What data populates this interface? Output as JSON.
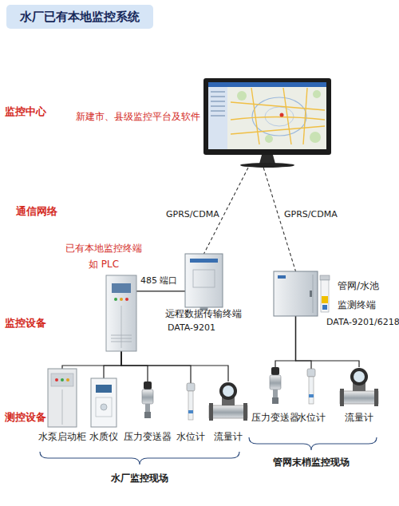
{
  "diagram": {
    "title": "水厂已有本地监控系统",
    "nodes": [
      {
        "text": [
          "新建市、县级监控平台及软件"
        ]
      },
      {
        "text": [
          "已有本地监控终端 如 PLC"
        ]
      },
      {
        "text": [
          "远程数据传输终端",
          "DATA-9201"
        ]
      },
      {
        "text": [
          "管网/水池 监测终端",
          "DATA-9201/6218"
        ]
      },
      {
        "text": [
          "水泵启动柜"
        ]
      },
      {
        "text": [
          "水质仪"
        ]
      },
      {
        "text": [
          "压力变送器"
        ]
      },
      {
        "text": [
          "水位计"
        ]
      },
      {
        "text": [
          "流量计"
        ]
      },
      {
        "text": [
          "压力变送器"
        ]
      },
      {
        "text": [
          "水位计"
        ]
      },
      {
        "text": [
          "流量计"
        ]
      }
    ],
    "edges": [
      {
        "from": 0,
        "to": 2,
        "arrow": "none",
        "label": "GPRS/CDMA"
      },
      {
        "from": 0,
        "to": 3,
        "arrow": "none",
        "label": "GPRS/CDMA"
      },
      {
        "from": 1,
        "to": 2,
        "arrow": "none",
        "label": "485 端口"
      },
      {
        "from": 1,
        "to": 4,
        "arrow": "none"
      },
      {
        "from": 1,
        "to": 5,
        "arrow": "none"
      },
      {
        "from": 1,
        "to": 6,
        "arrow": "none"
      },
      {
        "from": 1,
        "to": 7,
        "arrow": "none"
      },
      {
        "from": 1,
        "to": 8,
        "arrow": "none"
      },
      {
        "from": 3,
        "to": 9,
        "arrow": "none"
      },
      {
        "from": 3,
        "to": 10,
        "arrow": "none"
      },
      {
        "from": 3,
        "to": 11,
        "arrow": "none"
      }
    ],
    "labels": [
      "监控中心",
      "通信网络",
      "监控设备",
      "测控设备",
      "水厂监控现场",
      "管网末梢监控现场"
    ]
  }
}
